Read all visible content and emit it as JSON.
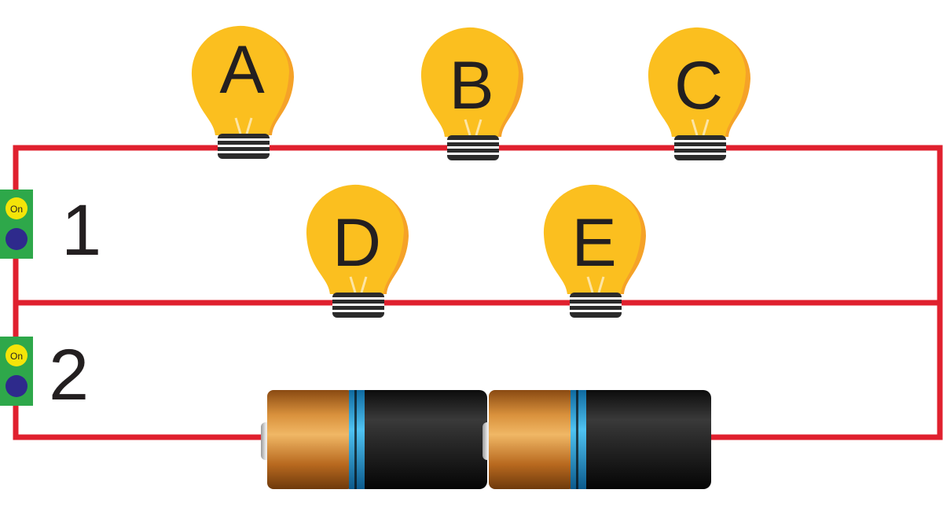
{
  "colors": {
    "wire": "#e0202e",
    "bulb_glass": "#fbbf1f",
    "bulb_shade": "#f5a228",
    "bulb_base": "#2b2b2b",
    "switch_body": "#2ea84a",
    "switch_on": "#f4e409",
    "switch_knob": "#2e2a8c",
    "battery_copper": "#c97a2a",
    "battery_black": "#1e1e1e",
    "battery_band": "#2aa3e0"
  },
  "bulbs": [
    {
      "label": "A",
      "branch": "top"
    },
    {
      "label": "B",
      "branch": "top"
    },
    {
      "label": "C",
      "branch": "top"
    },
    {
      "label": "D",
      "branch": "middle"
    },
    {
      "label": "E",
      "branch": "middle"
    }
  ],
  "switches": [
    {
      "number": "1",
      "state_label": "On"
    },
    {
      "number": "2",
      "state_label": "On"
    }
  ],
  "batteries": [
    {
      "icon": "battery-icon"
    },
    {
      "icon": "battery-icon"
    }
  ]
}
